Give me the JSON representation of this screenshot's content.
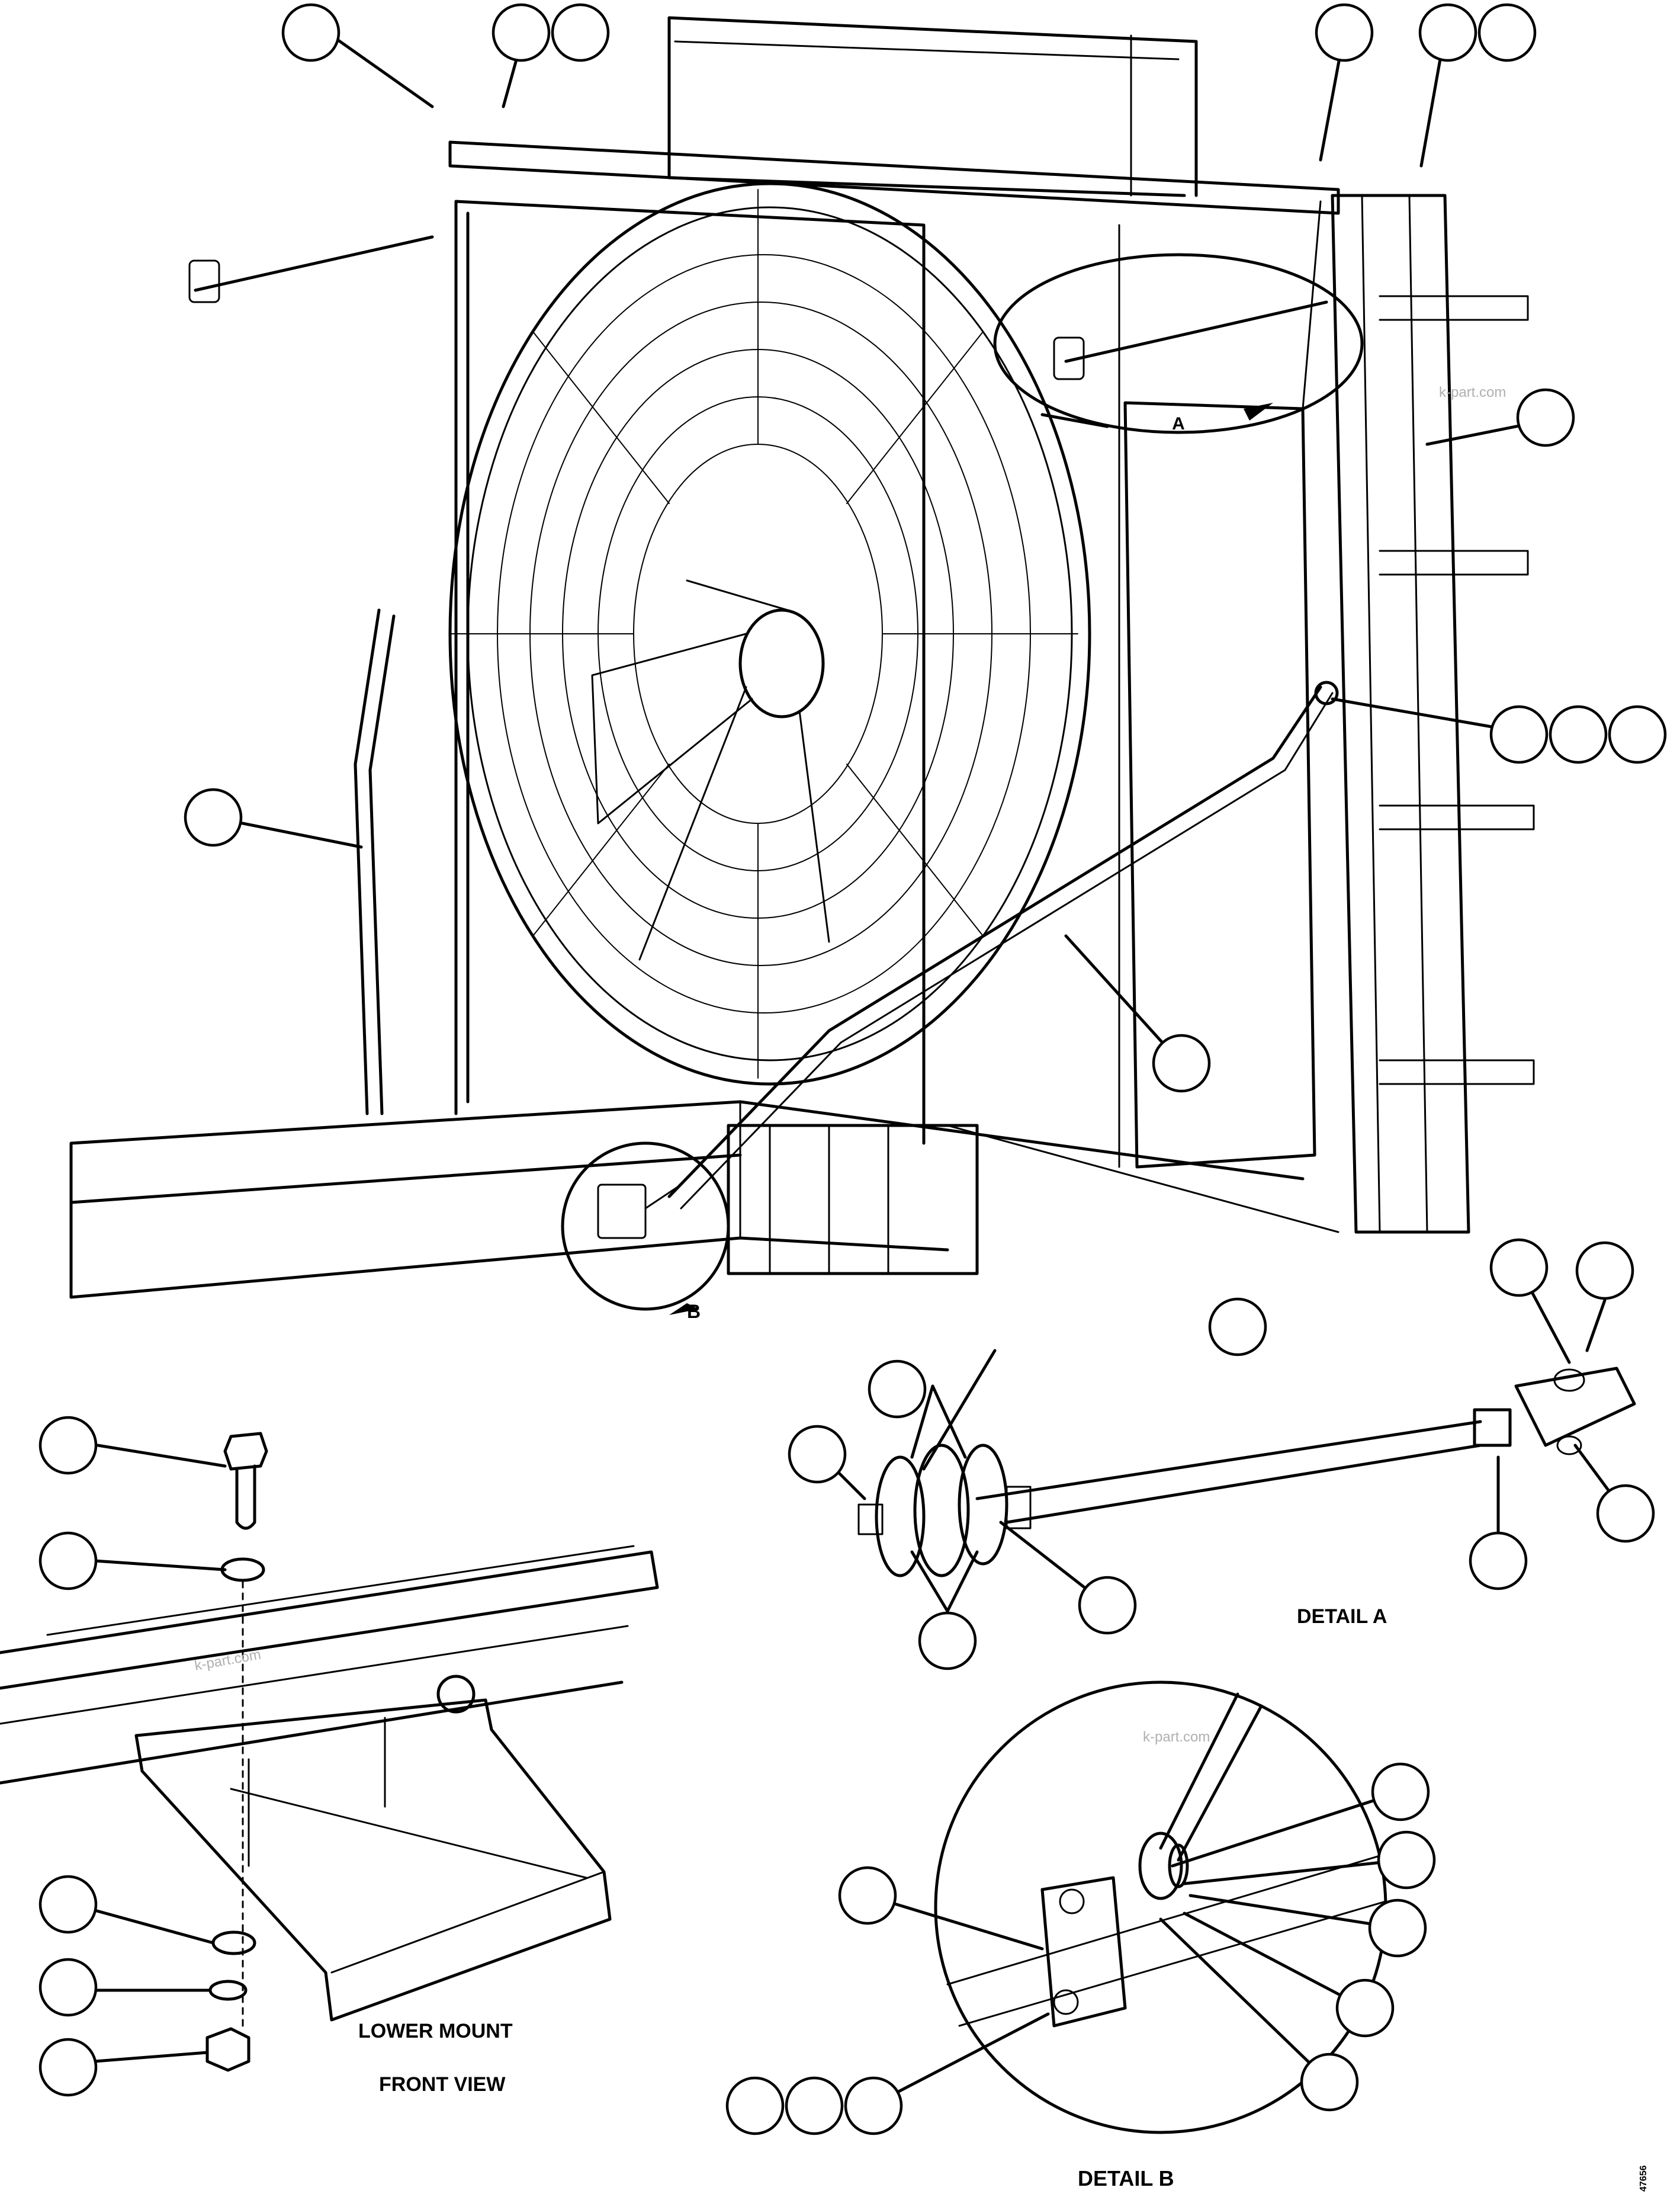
{
  "detail_a_label": "A",
  "detail_b_label": "B",
  "detail_a_title": "DETAIL A",
  "detail_b_title": "DETAIL B",
  "lower_mount_title_1": "LOWER MOUNT",
  "lower_mount_title_2": "FRONT VIEW",
  "watermark": "k-part.com",
  "drawing_number": "47656"
}
